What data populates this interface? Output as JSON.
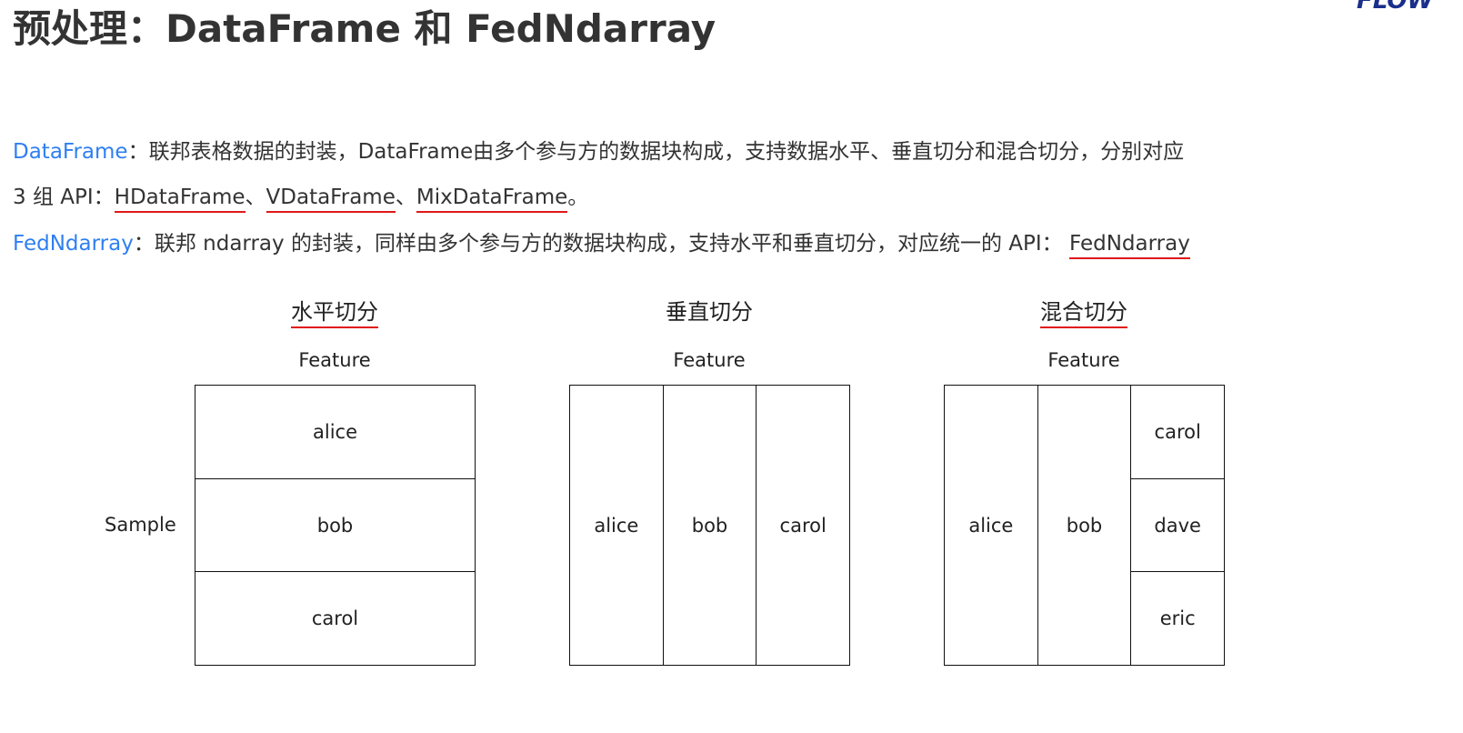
{
  "title": "预处理：DataFrame 和 FedNdarray",
  "logo": "FLOW",
  "para": {
    "df_term": "DataFrame",
    "df_text": "：联邦表格数据的封装，DataFrame由多个参与方的数据块构成，支持数据水平、垂直切分和混合切分，分别对应",
    "df_text2": "3 组 API：",
    "api1": "HDataFrame",
    "sep": "、",
    "api2": "VDataFrame",
    "api3": "MixDataFrame",
    "end": "。",
    "fn_term": "FedNdarray",
    "fn_text": "：联邦 ndarray 的封装，同样由多个参与方的数据块构成，支持水平和垂直切分，对应统一的 API：",
    "fn_api": "FedNdarray"
  },
  "diagrams": {
    "feature_label": "Feature",
    "sample_label": "Sample",
    "horizontal": {
      "title": "水平切分",
      "cells": [
        "alice",
        "bob",
        "carol"
      ]
    },
    "vertical": {
      "title": "垂直切分",
      "cells": [
        "alice",
        "bob",
        "carol"
      ]
    },
    "mixed": {
      "title": "混合切分",
      "cells": [
        "alice",
        "bob",
        "carol",
        "dave",
        "eric"
      ]
    }
  }
}
